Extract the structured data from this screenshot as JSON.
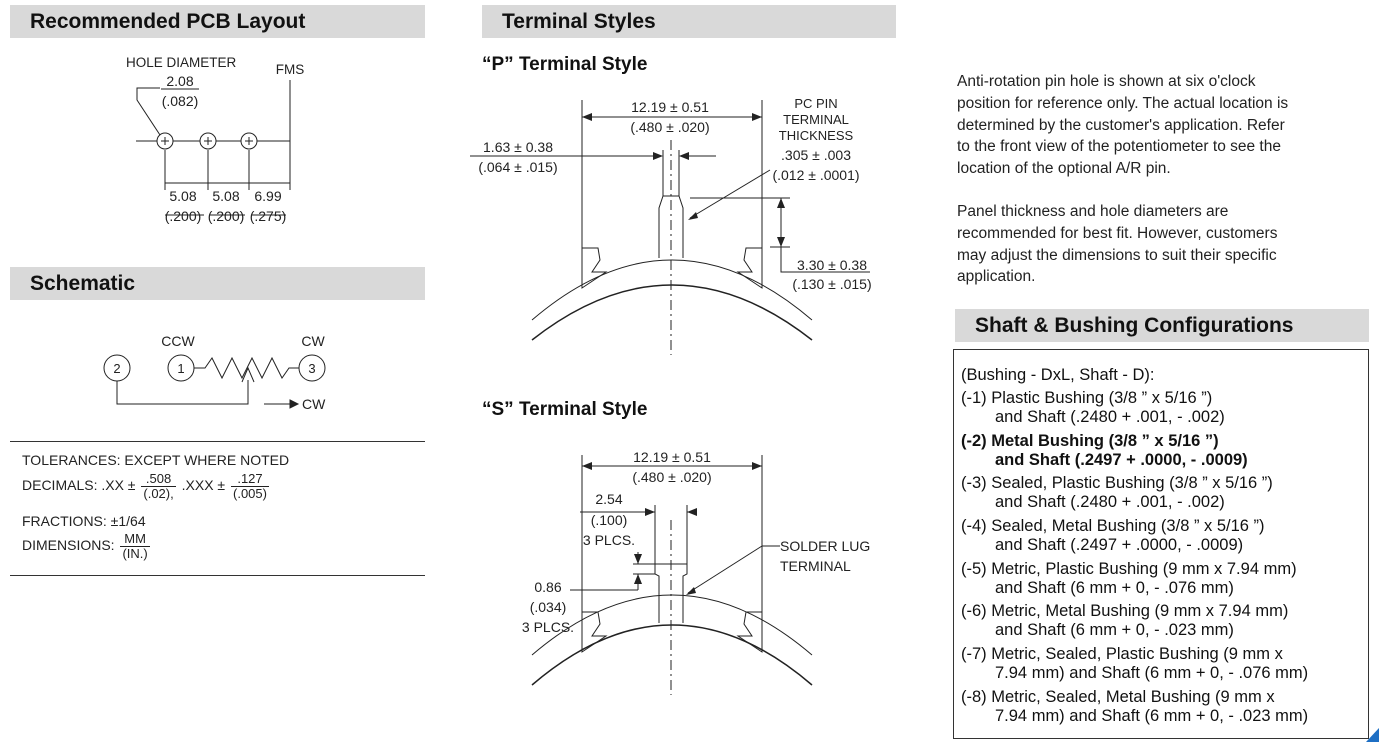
{
  "headers": {
    "pcb": "Recommended PCB Layout",
    "schematic": "Schematic",
    "terminal": "Terminal Styles",
    "shaft": "Shaft & Bushing Configurations"
  },
  "pcb": {
    "hole_label": "HOLE DIAMETER",
    "hole_mm": "2.08",
    "hole_in": "(.082)",
    "fms": "FMS",
    "dims": [
      {
        "mm": "5.08",
        "in": "(.200)"
      },
      {
        "mm": "5.08",
        "in": "(.200)"
      },
      {
        "mm": "6.99",
        "in": "(.275)"
      }
    ]
  },
  "schematic": {
    "ccw": "CCW",
    "cw_top": "CW",
    "cw_arrow": "CW",
    "pins": [
      "2",
      "1",
      "3"
    ]
  },
  "tolerances": {
    "line1": "TOLERANCES: EXCEPT WHERE NOTED",
    "decimals_prefix": "DECIMALS: .XX ±",
    "xx_num": ".508",
    "xx_den": "(.02),",
    "xxx_prefix": ".XXX ±",
    "xxx_num": ".127",
    "xxx_den": "(.005)",
    "fractions": "FRACTIONS: ±1/64",
    "dimensions_prefix": "DIMENSIONS:",
    "dim_num": "MM",
    "dim_den": "(IN.)"
  },
  "p_style": {
    "title": "“P” Terminal Style",
    "width_mm": "12.19 ± 0.51",
    "width_in": "(.480 ± .020)",
    "pin_mm": "1.63 ± 0.38",
    "pin_in": "(.064 ± .015)",
    "thick_l1": "PC PIN",
    "thick_l2": "TERMINAL",
    "thick_l3": "THICKNESS",
    "thick_mm": ".305 ± .003",
    "thick_in": "(.012 ± .0001)",
    "height_mm": "3.30 ± 0.38",
    "height_in": "(.130 ± .015)"
  },
  "s_style": {
    "title": "“S” Terminal Style",
    "width_mm": "12.19 ± 0.51",
    "width_in": "(.480 ± .020)",
    "lug_mm": "2.54",
    "lug_in": "(.100)",
    "lug_plcs": "3 PLCS.",
    "small_mm": "0.86",
    "small_in": "(.034)",
    "small_plcs": "3 PLCS.",
    "label_l1": "SOLDER LUG",
    "label_l2": "TERMINAL"
  },
  "notes": {
    "p1": [
      "Anti-rotation pin hole is shown at six o'clock",
      "position for reference only. The actual location is",
      "determined by the customer's application. Refer",
      "to the front view of the potentiometer to see the",
      "location of the optional A/R pin."
    ],
    "p2": [
      "Panel thickness and hole diameters are",
      "recommended for best fit. However, customers",
      "may adjust the dimensions to suit their specific",
      "application."
    ]
  },
  "configs": {
    "intro": "(Bushing - DxL, Shaft - D):",
    "items": [
      {
        "l1": "(-1) Plastic Bushing (3/8 ” x 5/16 ”)",
        "l2": "and Shaft (.2480 + .001, - .002)",
        "bold": false
      },
      {
        "l1": "(-2) Metal Bushing (3/8 ” x 5/16 ”)",
        "l2": "and Shaft (.2497 + .0000, - .0009)",
        "bold": true
      },
      {
        "l1": "(-3) Sealed, Plastic Bushing (3/8 ” x 5/16 ”)",
        "l2": "and Shaft (.2480 + .001, - .002)",
        "bold": false
      },
      {
        "l1": "(-4) Sealed, Metal Bushing (3/8 ” x 5/16 ”)",
        "l2": "and Shaft (.2497 + .0000, - .0009)",
        "bold": false
      },
      {
        "l1": "(-5) Metric, Plastic Bushing (9 mm x 7.94 mm)",
        "l2": "and Shaft (6 mm + 0, - .076 mm)",
        "bold": false
      },
      {
        "l1": "(-6) Metric, Metal Bushing (9 mm x 7.94 mm)",
        "l2": "and Shaft (6 mm + 0, - .023 mm)",
        "bold": false
      },
      {
        "l1": "(-7) Metric, Sealed, Plastic Bushing (9 mm x",
        "l2": "7.94 mm) and Shaft (6 mm + 0, - .076 mm)",
        "bold": false
      },
      {
        "l1": "(-8) Metric, Sealed, Metal Bushing (9 mm x",
        "l2": "7.94 mm) and Shaft (6 mm + 0, - .023 mm)",
        "bold": false
      }
    ]
  }
}
